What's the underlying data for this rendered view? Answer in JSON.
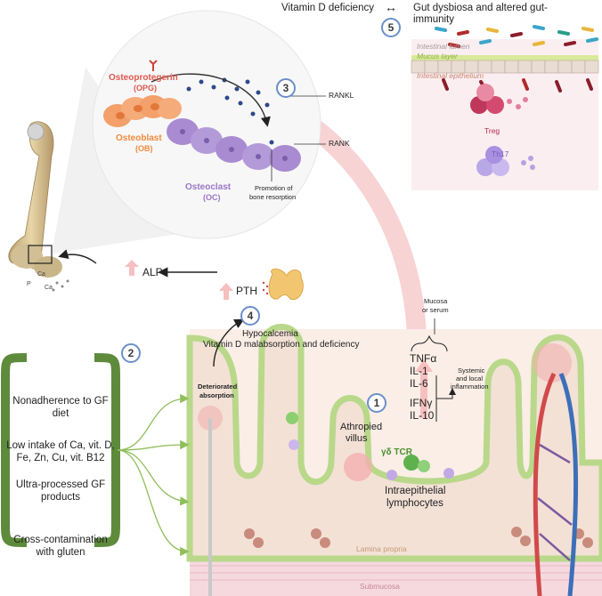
{
  "top": {
    "vitd_deficiency": "Vitamin D deficiency",
    "arrow": "↔",
    "gut_dysbiosis": "Gut dysbiosa and altered gut-",
    "gut_dysbiosis_2": "immunity"
  },
  "gut_panel": {
    "lumen": "Intestinal lumen",
    "mucus": "Mucus layer",
    "epithelium": "Intestinal epithelium",
    "treg": "Treg",
    "th17": "Th17"
  },
  "bone_circle": {
    "opg_1": "Osteoprotegerin",
    "opg_2": "(OPG)",
    "ob_1": "Osteoblast",
    "ob_2": "(OB)",
    "oc_1": "Osteoclast",
    "oc_2": "(OC)",
    "rankl": "RANKL",
    "rank": "RANK",
    "promotion_1": "Promotion of",
    "promotion_2": "bone resorption"
  },
  "bone": {
    "ca": "Ca",
    "p": "P",
    "ca2": "Ca"
  },
  "middle": {
    "alp": "ALP",
    "pth": "PTH",
    "hypocalcemia": "Hypocalcemia",
    "malabsorption": "Vitamin D malabsorption and deficiency"
  },
  "cytokines": {
    "mucosa_1": "Mucosa",
    "mucosa_2": "or serum",
    "tnf": "TNFα",
    "il1": "IL-1",
    "il6": "IL-6",
    "ifn": "IFNγ",
    "il10": "IL-10",
    "systemic_1": "Systemic",
    "systemic_2": "and local",
    "systemic_3": "inflammation"
  },
  "intestine": {
    "deteriorated_1": "Deteriorated",
    "deteriorated_2": "absorption",
    "atrophied_1": "Athropied",
    "atrophied_2": "villus",
    "gd_tcr": "γδ TCR",
    "iel_1": "Intraepithelial",
    "iel_2": "lymphocytes",
    "lamina": "Lamina propria",
    "submucosa": "Submucosa"
  },
  "causes": {
    "c1": "Nonadherence to GF diet",
    "c2_1": "Low intake of Ca, vit. D,",
    "c2_2": "Fe, Zn, Cu, vit. B12",
    "c3_1": "Ultra-processed GF",
    "c3_2": "products",
    "c4_1": "Cross-contamination",
    "c4_2": "with gluten"
  },
  "badges": {
    "b1": "1",
    "b2": "2",
    "b3": "3",
    "b4": "4",
    "b5": "5"
  },
  "colors": {
    "opg": "#e0584e",
    "osteoblast": "#f3a06a",
    "osteoclast": "#a98bd2",
    "label_orange": "#f08a3e",
    "label_purple": "#9a76c8",
    "mucosa_green": "#d9ebb7",
    "arrow_pink": "#f6c8c8",
    "cause_green": "#5e8a3c"
  }
}
